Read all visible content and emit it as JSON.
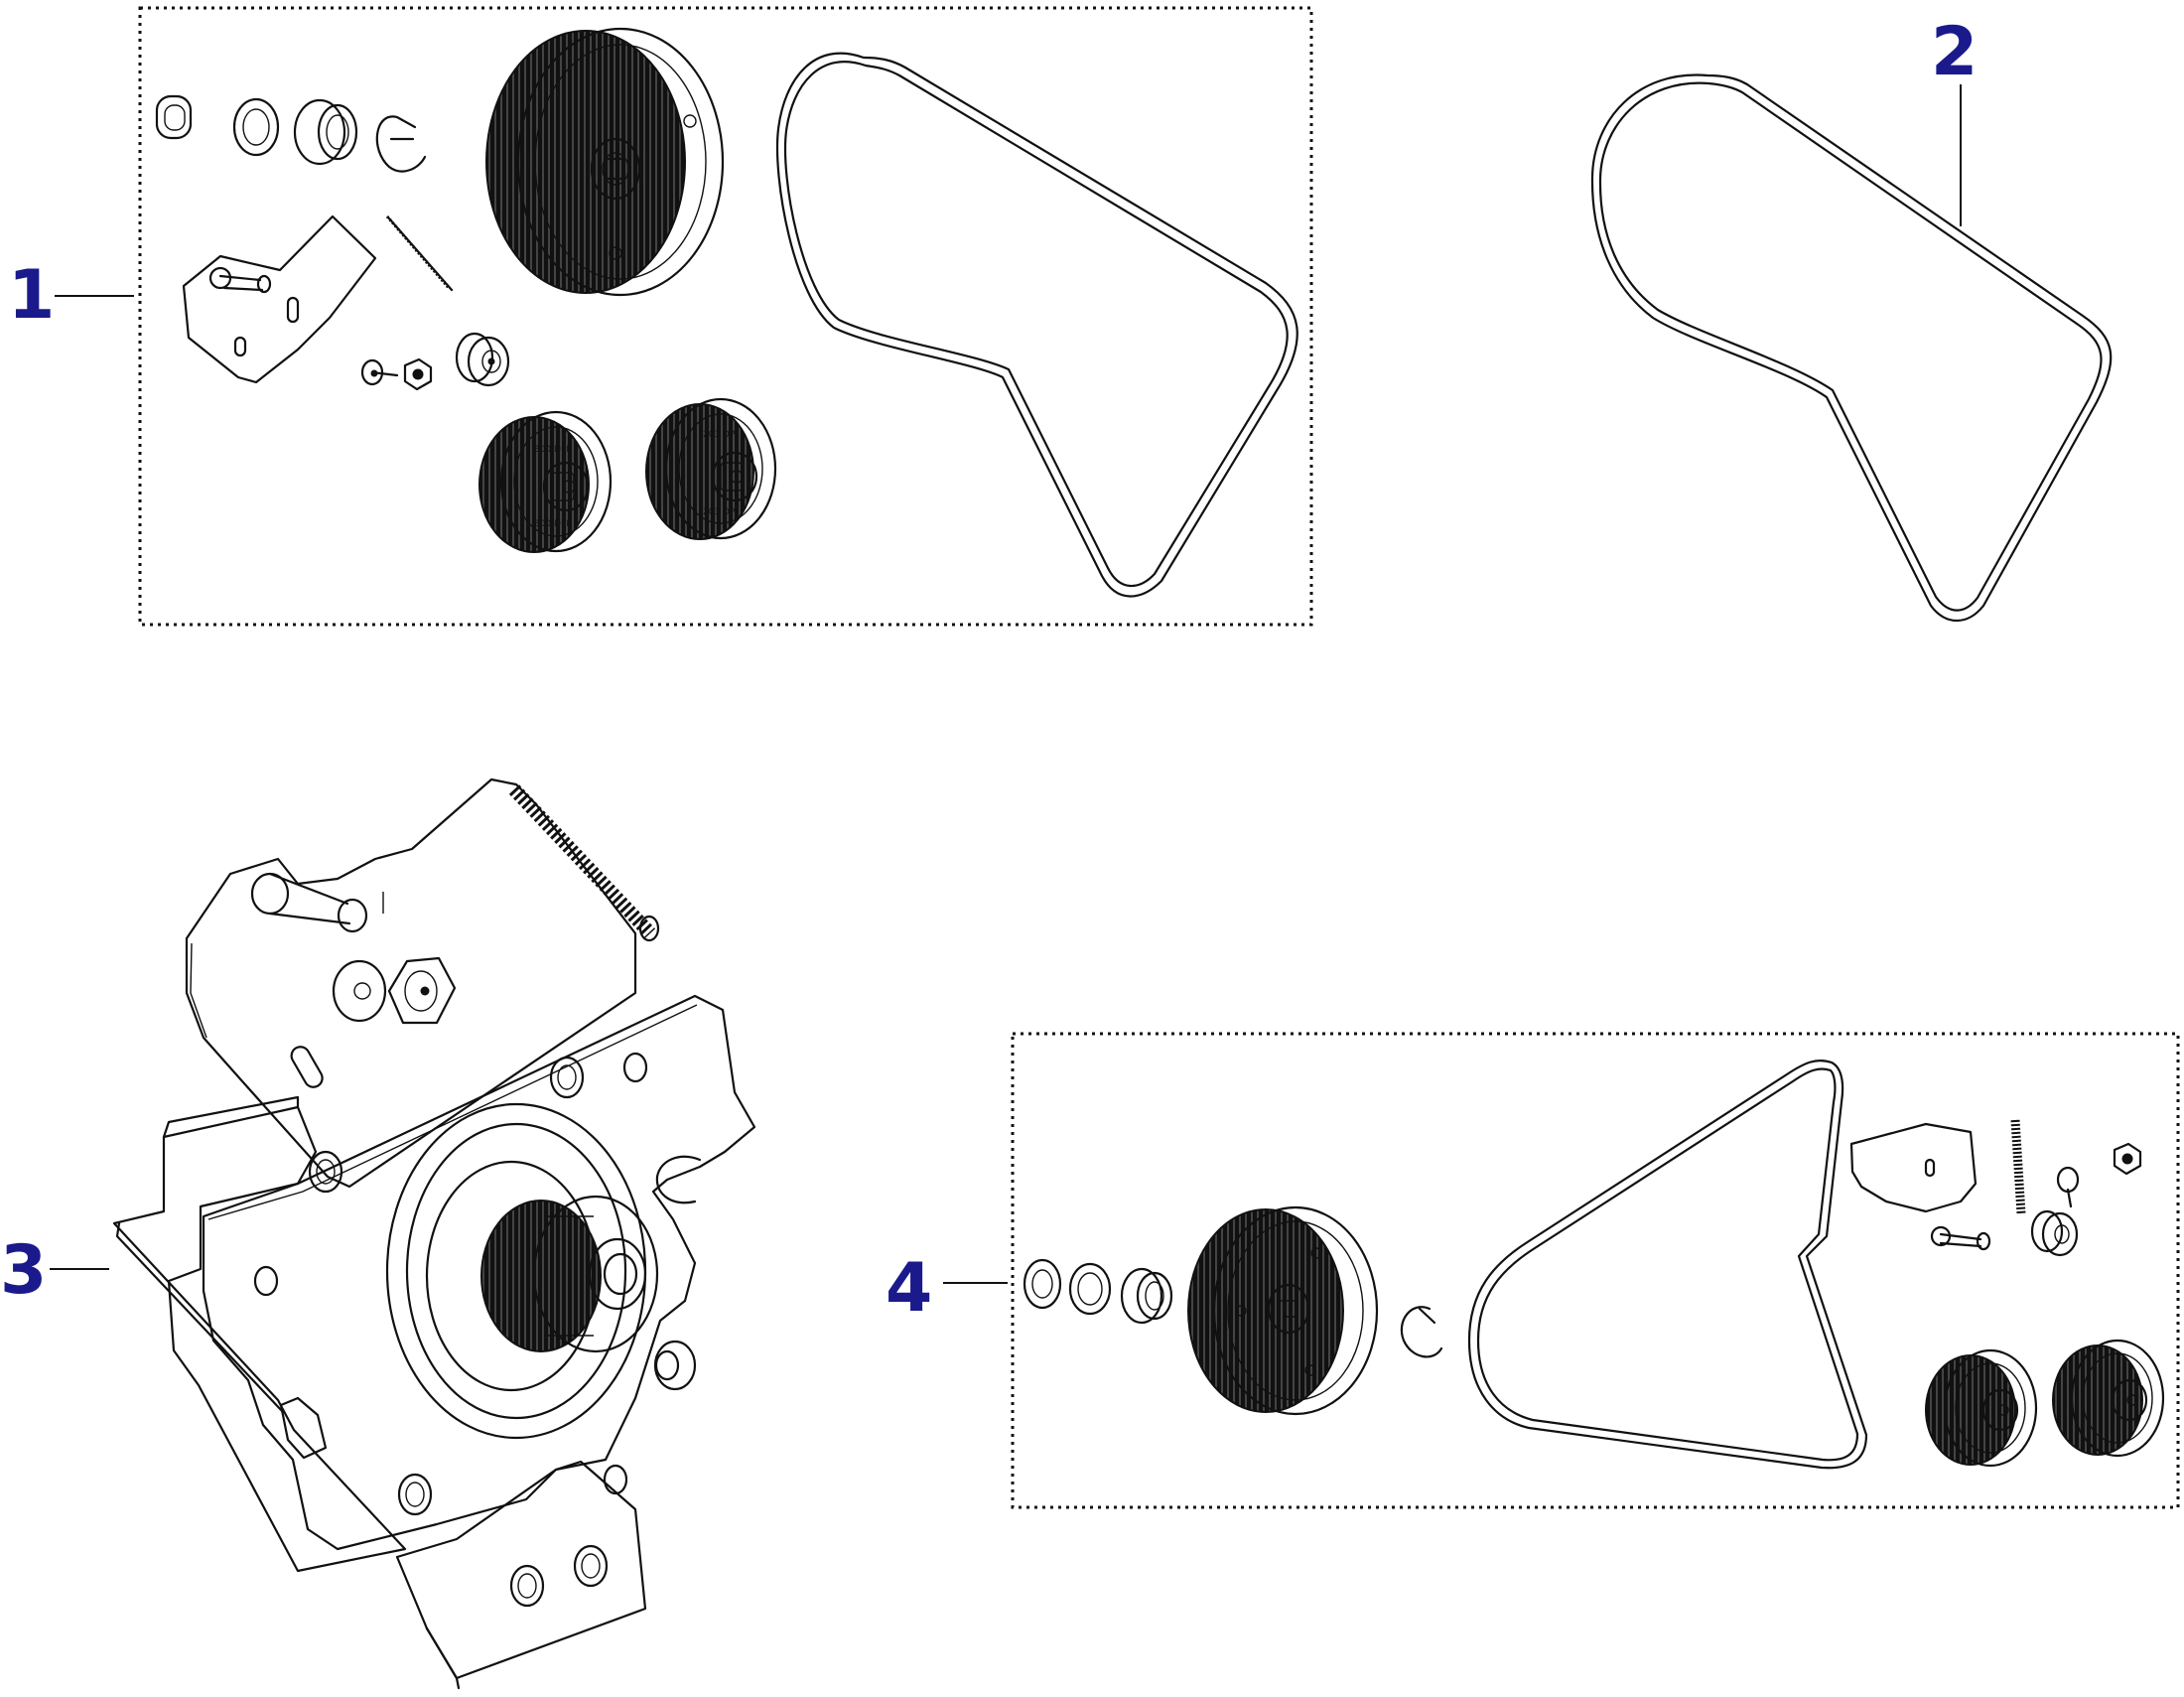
{
  "callouts": [
    {
      "id": "1",
      "label": "1"
    },
    {
      "id": "2",
      "label": "2"
    },
    {
      "id": "3",
      "label": "3"
    },
    {
      "id": "4",
      "label": "4"
    }
  ],
  "colors": {
    "callout": "#1a1a8c",
    "line": "#111111",
    "background": "#ffffff"
  }
}
